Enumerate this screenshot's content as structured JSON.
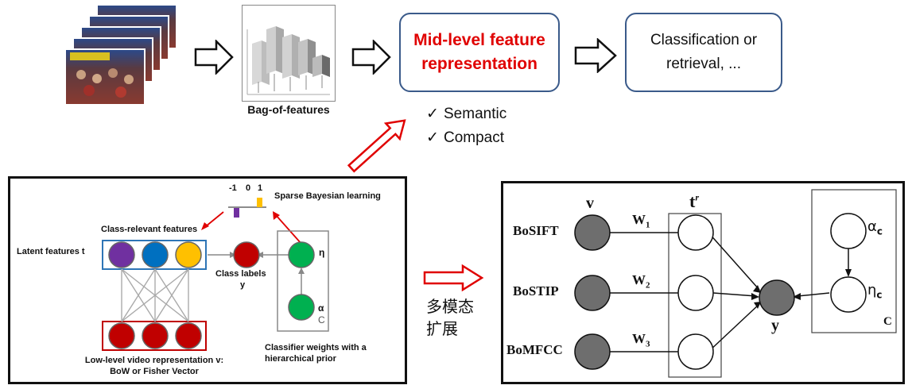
{
  "pipeline": {
    "bag_label": "Bag-of-features",
    "midlevel_box": "Mid-level feature representation",
    "midlevel_line1": "Mid-level feature",
    "midlevel_line2": "representation",
    "classification_line1": "Classification or",
    "classification_line2": "retrieval, ...",
    "check1": "Semantic",
    "check2": "Compact"
  },
  "left_panel": {
    "scale_labels": [
      "-1",
      "0",
      "1"
    ],
    "sparse_label": "Sparse Bayesian learning",
    "class_relevant": "Class-relevant features",
    "latent": "Latent features t",
    "eta": "η",
    "class_labels": "Class labels",
    "y": "y",
    "alpha": "α",
    "C": "C",
    "classifier_line1": "Classifier weights with a",
    "classifier_line2": "hierarchical prior",
    "lowlevel_line1": "Low-level video representation v:",
    "lowlevel_line2": "BoW or Fisher Vector",
    "node_colors_top": [
      "#7030a0",
      "#0070c0",
      "#ffc000"
    ],
    "node_color_bottom": "#c00000",
    "node_color_eta": "#00b050"
  },
  "multimodal": {
    "line1": "多模态",
    "line2": "扩展"
  },
  "right_panel": {
    "v": "v",
    "t_label": "t",
    "t_sup": "r",
    "rows": [
      {
        "label": "BoSIFT",
        "w": "W",
        "sub": "1"
      },
      {
        "label": "BoSTIP",
        "w": "W",
        "sub": "2"
      },
      {
        "label": "BoMFCC",
        "w": "W",
        "sub": "3"
      }
    ],
    "y": "y",
    "alpha": "α",
    "eta": "η",
    "c_sub": "c",
    "C": "C"
  },
  "colors": {
    "accent_red": "#e00000",
    "box_border": "#3a5a8a",
    "observed_node": "#6e6e6e"
  }
}
